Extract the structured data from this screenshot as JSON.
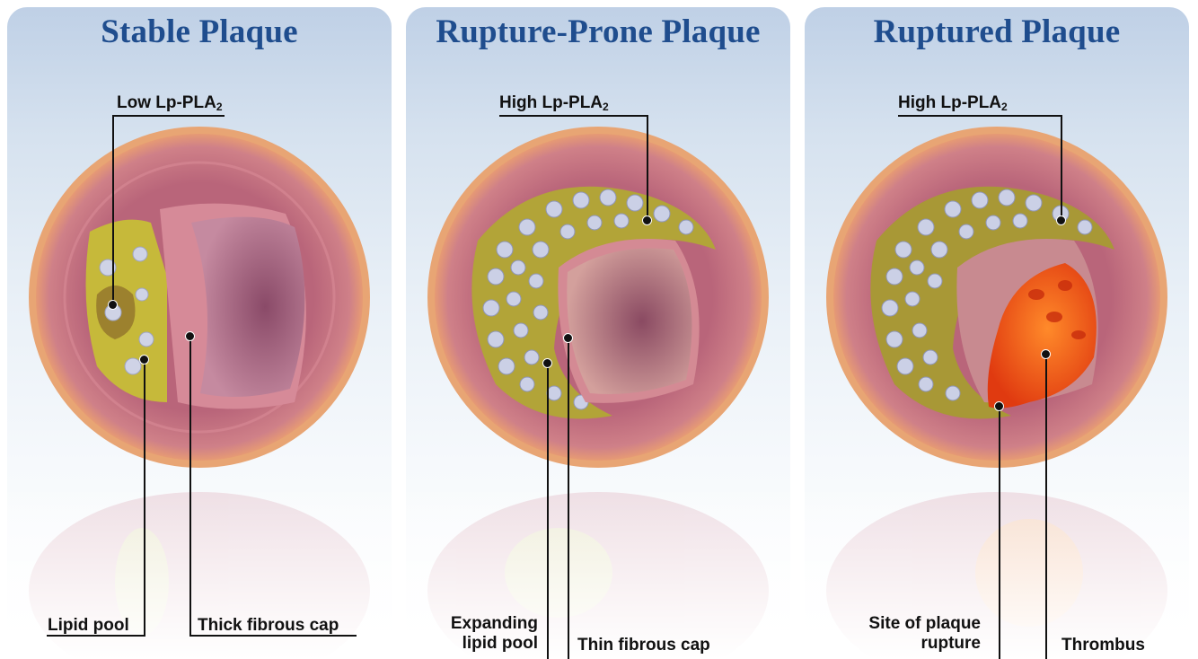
{
  "panels": [
    {
      "title": "Stable Plaque",
      "top_label": "Low Lp-PLA",
      "top_label_sub": "2",
      "bottom_left_label": "Lipid pool",
      "bottom_right_label": "Thick fibrous cap"
    },
    {
      "title": "Rupture-Prone Plaque",
      "top_label": "High Lp-PLA",
      "top_label_sub": "2",
      "bottom_left_label_line1": "Expanding",
      "bottom_left_label_line2": "lipid pool",
      "bottom_right_label": "Thin fibrous cap"
    },
    {
      "title": "Ruptured Plaque",
      "top_label": "High Lp-PLA",
      "top_label_sub": "2",
      "bottom_left_label_line1": "Site of plaque",
      "bottom_left_label_line2": "rupture",
      "bottom_right_label": "Thrombus"
    }
  ],
  "colors": {
    "title": "#1f4d8e",
    "vessel_wall": "#c9707e",
    "adventitia": "#e8a070",
    "lipid": "#c9bb3a",
    "foam_cell": "#c9cfe3",
    "lumen": "#a0607a",
    "thrombus": "#f05a14"
  }
}
